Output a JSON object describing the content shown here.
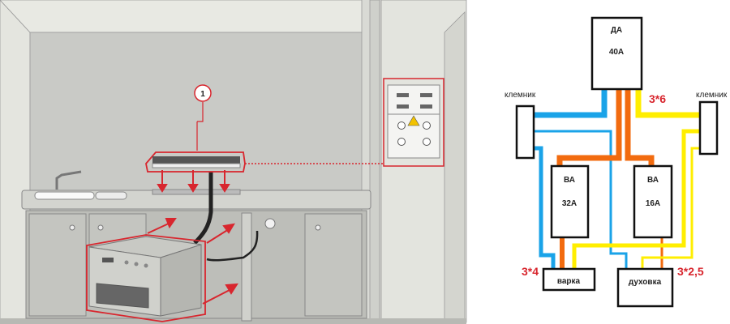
{
  "illustration": {
    "callout_number": "1",
    "highlight_color": "#d8262e"
  },
  "wiring_diagram": {
    "main_breaker": {
      "type": "ДА",
      "rating": "40А"
    },
    "breaker_hob": {
      "type": "ВА",
      "rating": "32А"
    },
    "breaker_oven": {
      "type": "ВА",
      "rating": "16А"
    },
    "terminal_left": "клемник",
    "terminal_right": "клемник",
    "load_hob": "варка",
    "load_oven": "духовка",
    "cable_main": "3*6",
    "cable_hob": "3*4",
    "cable_oven": "3*2,5",
    "colors": {
      "neutral": "#1aa3e8",
      "phase": "#f26b0f",
      "ground": "#ffee00",
      "label": "#d8262e"
    }
  }
}
